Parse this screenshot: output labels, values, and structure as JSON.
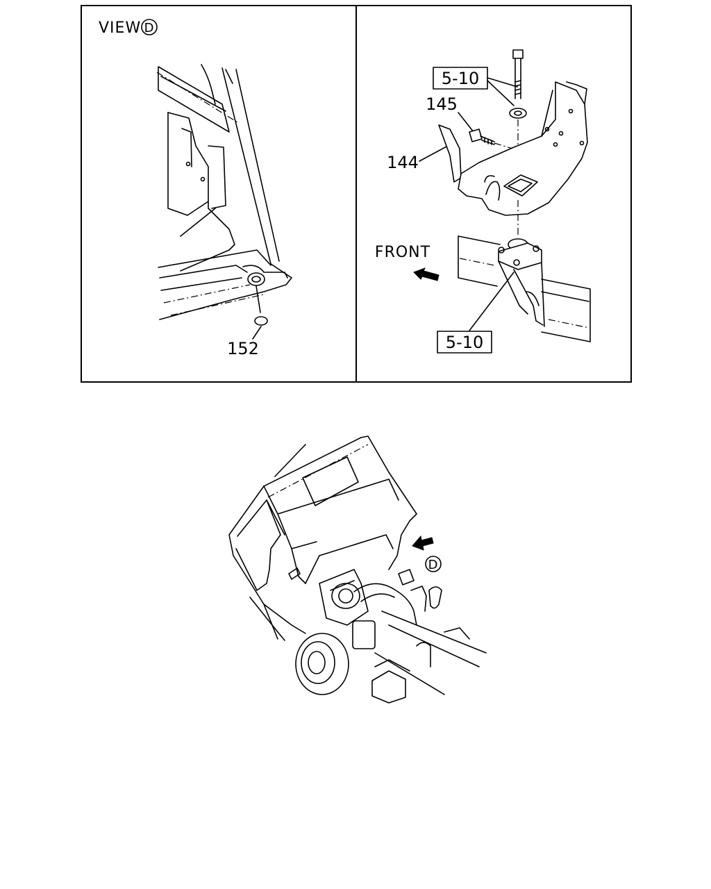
{
  "view_label": "VIEW",
  "view_marker": "D",
  "callouts": {
    "part_152": "152",
    "part_145": "145",
    "part_144": "144",
    "ref_upper": "5-10",
    "ref_lower": "5-10"
  },
  "direction_label": "FRONT",
  "overview_marker": "D"
}
